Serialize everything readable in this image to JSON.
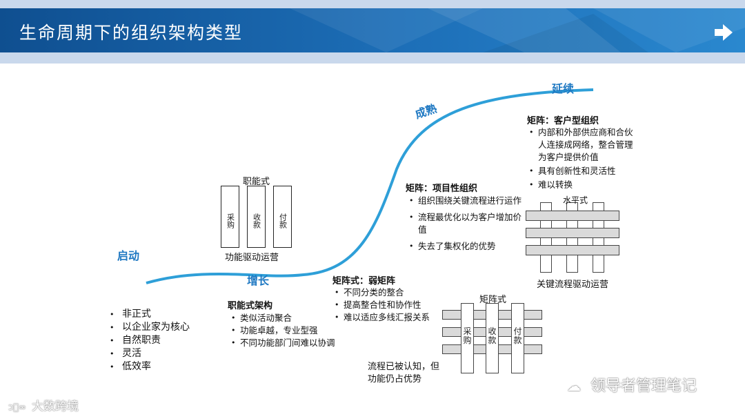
{
  "header": {
    "title": "生命周期下的组织架构类型",
    "next_icon": "arrow-right-icon",
    "colors": {
      "bar": "#1d6fb8",
      "bar_dark": "#0f4f90",
      "band": "#c9d8ec",
      "arrow": "#ffffff"
    }
  },
  "curve": {
    "color": "#2e9fd8"
  },
  "stages": {
    "start": "启动",
    "growth": "增长",
    "mature": "成熟",
    "continue": "延续"
  },
  "start_list": [
    "非正式",
    "以企业家为核心",
    "自然职责",
    "灵活",
    "低效率"
  ],
  "functional_diagram": {
    "label": "职能式",
    "columns": [
      "采购",
      "收款",
      "付款"
    ],
    "caption": "功能驱动运营"
  },
  "functional_arch": {
    "heading": "职能式架构",
    "items": [
      "类似活动聚合",
      "功能卓越，专业型强",
      "不同功能部门间难以协调"
    ]
  },
  "weak_matrix": {
    "heading": "矩阵式：弱矩阵",
    "items": [
      "不同分类的整合",
      "提高整合性和协作性",
      "难以适应多线汇报关系"
    ]
  },
  "matrix_diagram": {
    "label": "矩阵式",
    "columns": [
      "采购",
      "收款",
      "付款"
    ],
    "note": "流程已被认知，但功能仍占优势"
  },
  "project_matrix": {
    "heading": "矩阵：项目性组织",
    "items": [
      "组织围绕关键流程进行运作",
      "流程最优化以为客户增加价值",
      "失去了集权化的优势"
    ]
  },
  "horizontal_diagram": {
    "label": "水平式",
    "caption": "关键流程驱动运营"
  },
  "customer_matrix": {
    "heading": "矩阵：客户型组织",
    "items": [
      "内部和外部供应商和合伙人连接成网络，整合管理为客户提供价值",
      "具有创新性和灵活性",
      "难以转换"
    ]
  },
  "watermark_left": "大数跨境",
  "watermark_right": "领导者管理笔记"
}
